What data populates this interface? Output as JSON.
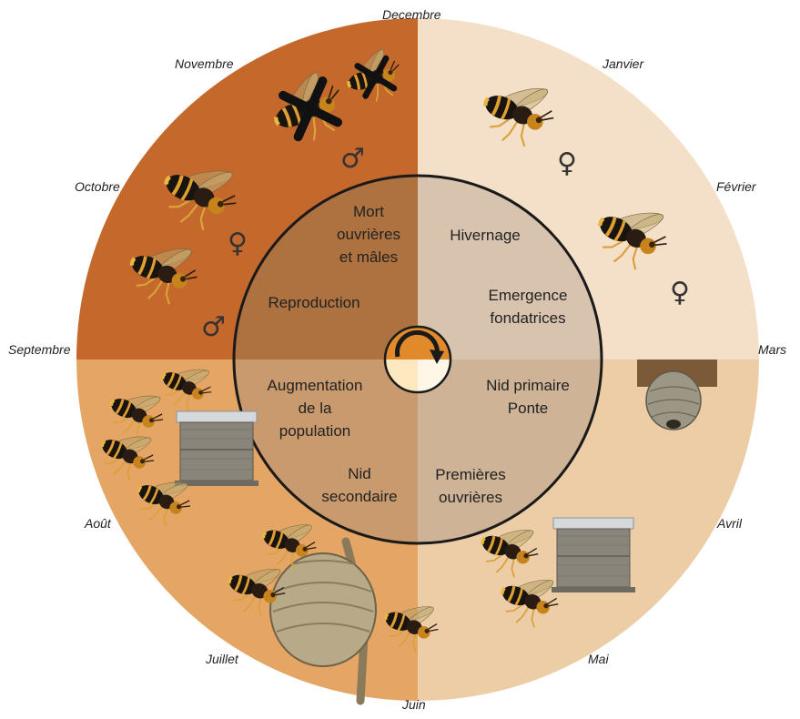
{
  "months": {
    "decembre": "Decembre",
    "janvier": "Janvier",
    "fevrier": "Février",
    "mars": "Mars",
    "avril": "Avril",
    "mai": "Mai",
    "juin": "Juin",
    "juillet": "Juillet",
    "aout": "Août",
    "septembre": "Septembre",
    "octobre": "Octobre",
    "novembre": "Novembre"
  },
  "stages": {
    "mort": "Mort",
    "ouvrieres": "ouvrières",
    "et_males": "et mâles",
    "reproduction": "Reproduction",
    "hivernage": "Hivernage",
    "emergence": "Emergence",
    "fondatrices": "fondatrices",
    "nid_primaire": "Nid primaire",
    "ponte": "Ponte",
    "premieres": "Premières",
    "ouvrieres_2": "ouvrières",
    "nid": "Nid",
    "secondaire": "secondaire",
    "augmentation": "Augmentation",
    "de_la": "de la",
    "population": "population"
  },
  "symbols": {
    "female": "♀",
    "male": "♂"
  },
  "colors": {
    "quadrant_winter": "#f4e0c8",
    "quadrant_spring": "#eccda5",
    "quadrant_summer": "#e4a565",
    "quadrant_autumn": "#c4682c",
    "inner_winter": "#d8c4ae",
    "inner_spring": "#ceb396",
    "inner_summer": "#c99a6d",
    "inner_autumn": "#ad7240",
    "center_orange": "#e08a2c",
    "center_light": "#fbeedb"
  },
  "icons": [
    "hornet-female-icon",
    "hornet-male-icon",
    "dead-hornet-icon",
    "beehive-icon",
    "primary-nest-icon",
    "secondary-nest-icon",
    "cycle-arrow-icon"
  ]
}
